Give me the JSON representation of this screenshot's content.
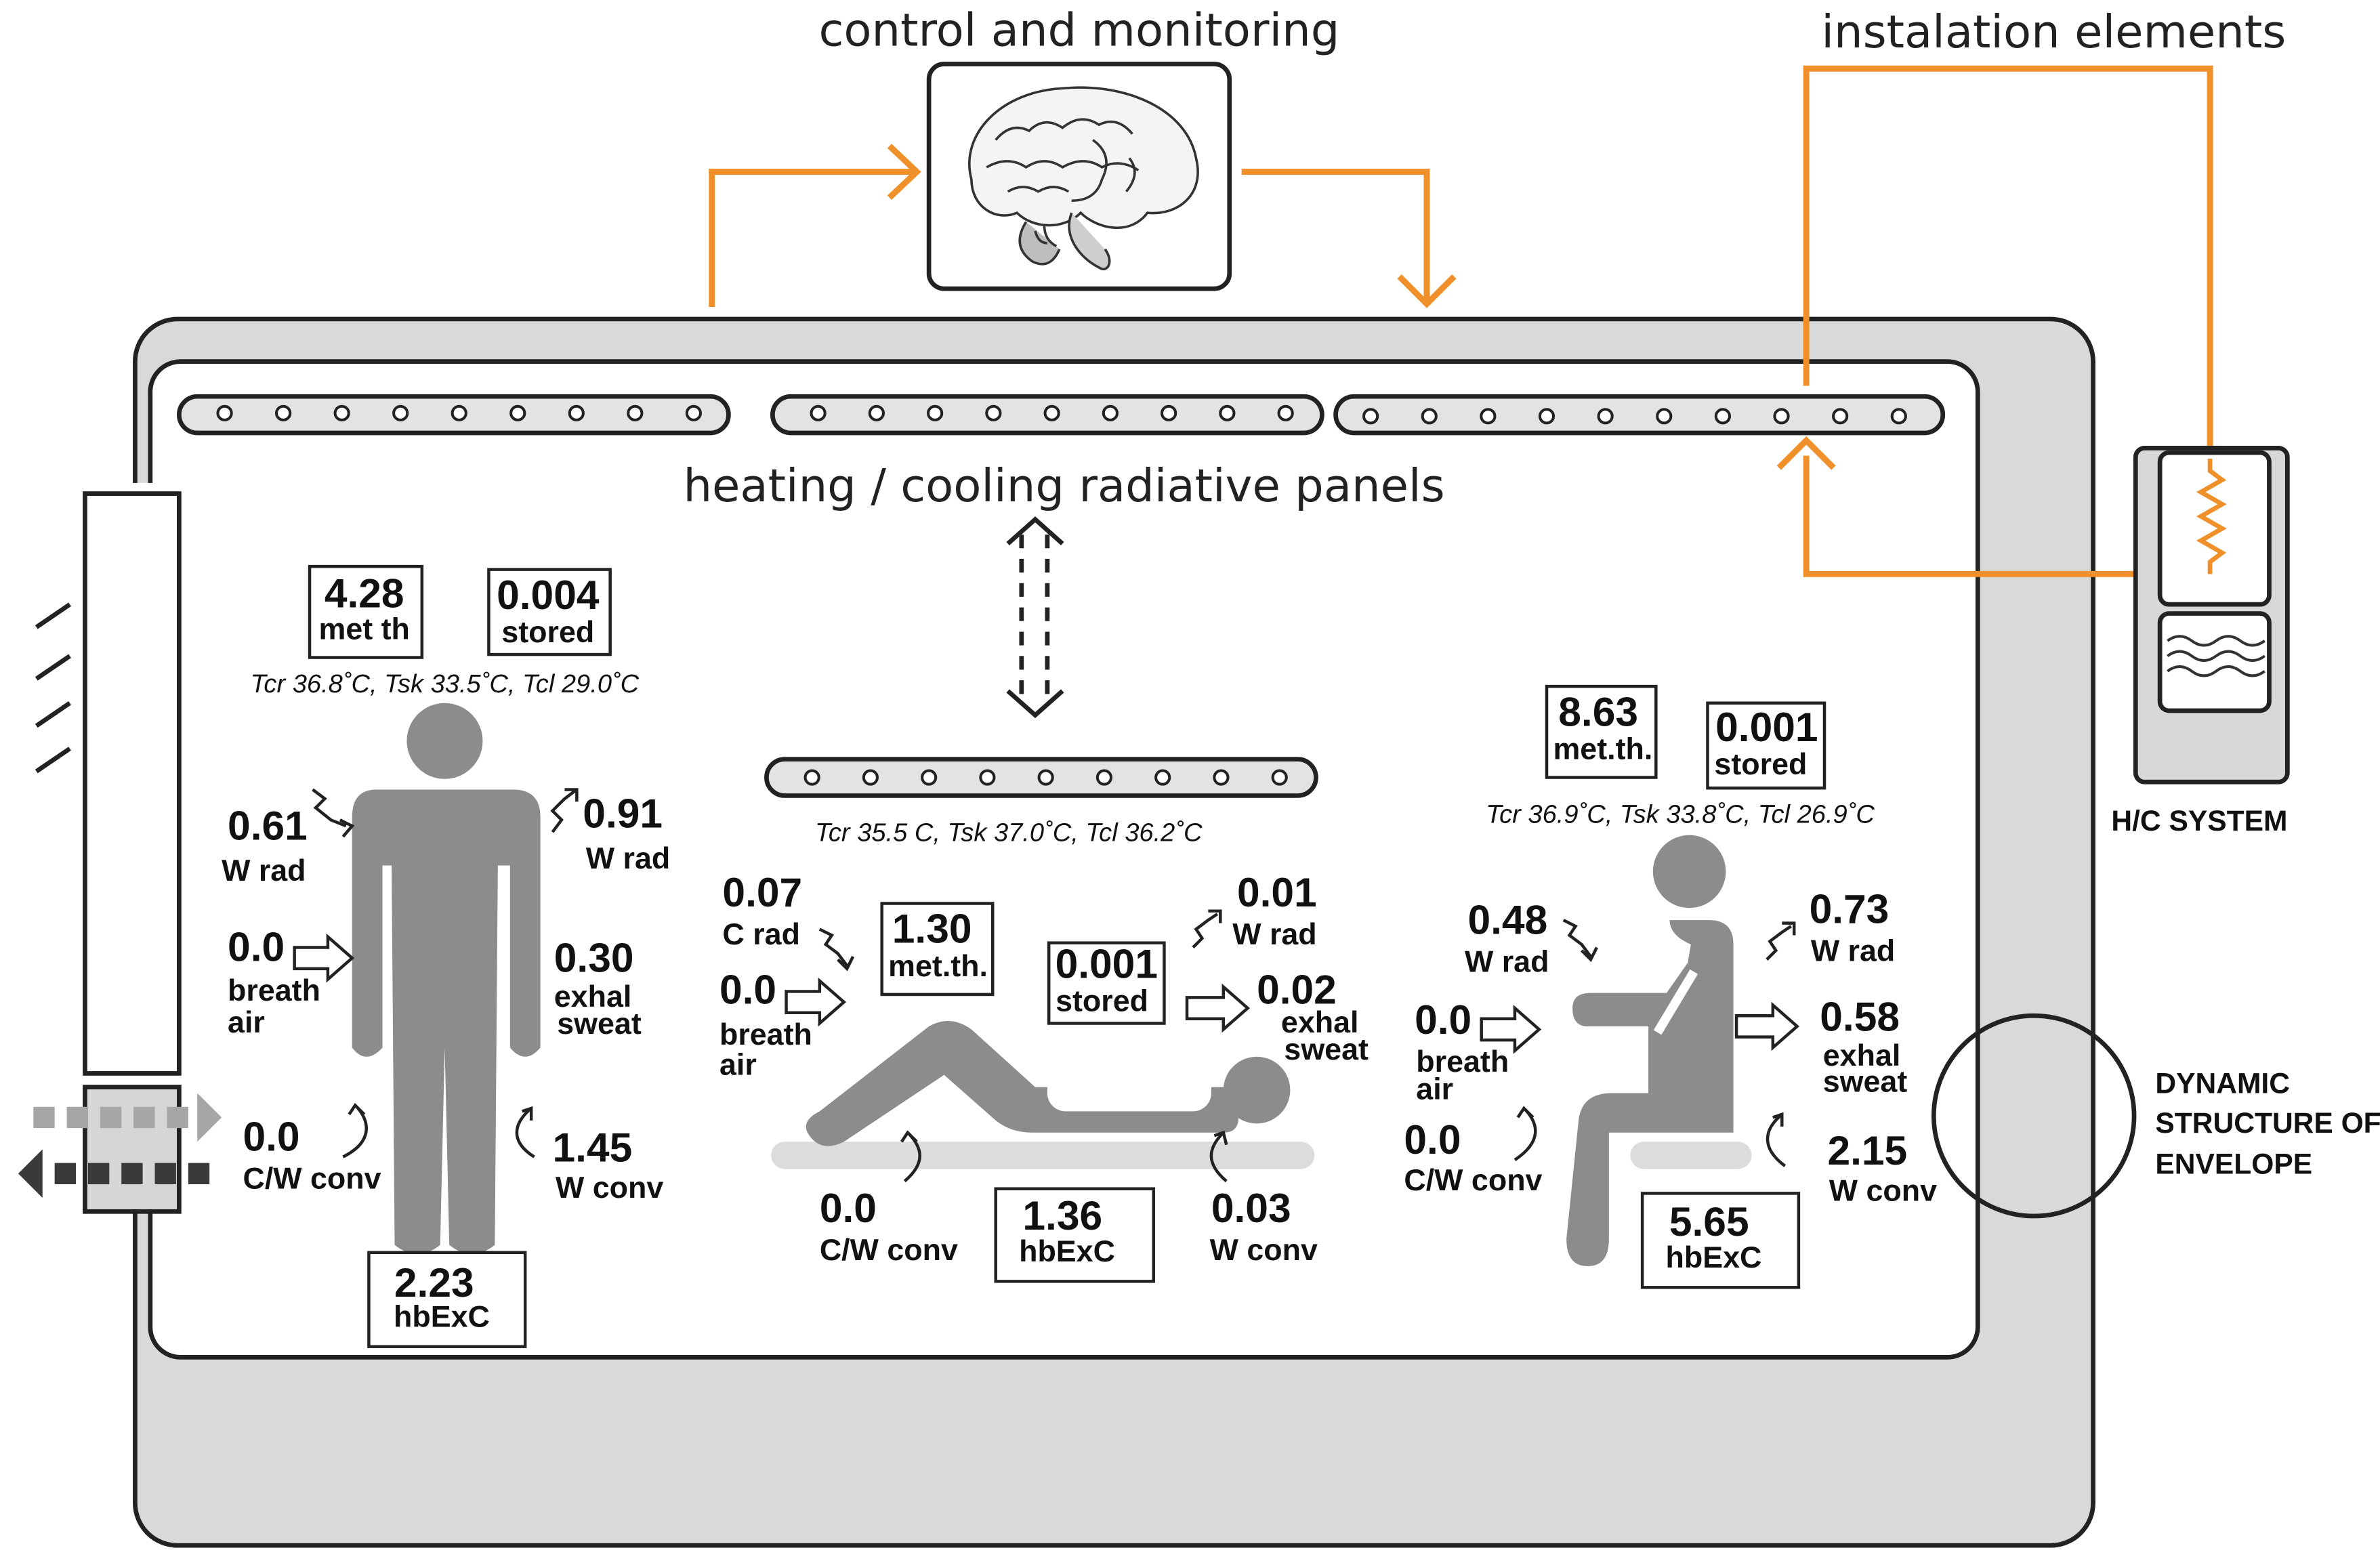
{
  "labels": {
    "control": "control and monitoring",
    "installation": "instalation elements",
    "panels": "heating / cooling radiative panels",
    "hc_system": "H/C SYSTEM",
    "dynamic": [
      "DYNAMIC",
      "STRUCTURE OF",
      "ENVELOPE"
    ]
  },
  "standing": {
    "metabolic": {
      "value": "4.28",
      "label": "met th"
    },
    "stored": {
      "value": "0.004",
      "label": "stored"
    },
    "temps": "Tcr 36.8˚C, Tsk  33.5˚C, Tcl  29.0˚C",
    "rad_left": {
      "value": "0.61",
      "label": "W rad"
    },
    "rad_right": {
      "value": "0.91",
      "label": "W rad"
    },
    "breath": {
      "value": "0.0",
      "label": "breath",
      "label2": "air"
    },
    "exhal": {
      "value": "0.30",
      "label": "exhal",
      "label2": "sweat"
    },
    "conv_left": {
      "value": "0.0",
      "label": "C/W conv"
    },
    "conv_right": {
      "value": "1.45",
      "label": "W conv"
    },
    "hbexc": {
      "value": "2.23",
      "label": "hbExC"
    }
  },
  "lying": {
    "metabolic": {
      "value": "1.30",
      "label": "met.th."
    },
    "stored": {
      "value": "0.001",
      "label": "stored"
    },
    "temps": "Tcr 35.5 C, Tsk  37.0˚C, Tcl  36.2˚C",
    "rad_left": {
      "value": "0.07",
      "label": "C rad"
    },
    "rad_right": {
      "value": "0.01",
      "label": "W rad"
    },
    "breath": {
      "value": "0.0",
      "label": "breath",
      "label2": "air"
    },
    "exhal": {
      "value": "0.02",
      "label": "exhal",
      "label2": "sweat"
    },
    "conv_left": {
      "value": "0.0",
      "label": "C/W conv"
    },
    "conv_right": {
      "value": "0.03",
      "label": "W conv"
    },
    "hbexc": {
      "value": "1.36",
      "label": "hbExC"
    }
  },
  "sitting": {
    "metabolic": {
      "value": "8.63",
      "label": "met.th."
    },
    "stored": {
      "value": "0.001",
      "label": "stored"
    },
    "temps": "Tcr 36.9˚C, Tsk  33.8˚C, Tcl  26.9˚C",
    "rad_left": {
      "value": "0.48",
      "label": "W rad"
    },
    "rad_right": {
      "value": "0.73",
      "label": "W rad"
    },
    "breath": {
      "value": "0.0",
      "label": "breath",
      "label2": "air"
    },
    "exhal": {
      "value": "0.58",
      "label": "exhal",
      "label2": "sweat"
    },
    "conv_left": {
      "value": "0.0",
      "label": "C/W conv"
    },
    "conv_right": {
      "value": "2.15",
      "label": "W conv"
    },
    "hbexc": {
      "value": "5.65",
      "label": "hbExC"
    }
  },
  "colors": {
    "orange": "#f0902a",
    "figure": "#8c8c8c",
    "envelope": "#d9d9d9",
    "panel": "#e3e3e3",
    "bed": "#dcdcdc"
  },
  "icons": [
    "brain-icon",
    "heater-coil-icon",
    "water-tank-icon",
    "window-icon",
    "dashed-arrow-icon",
    "radiation-arrow-icon",
    "convection-arrow-icon",
    "hollow-arrow-icon"
  ]
}
